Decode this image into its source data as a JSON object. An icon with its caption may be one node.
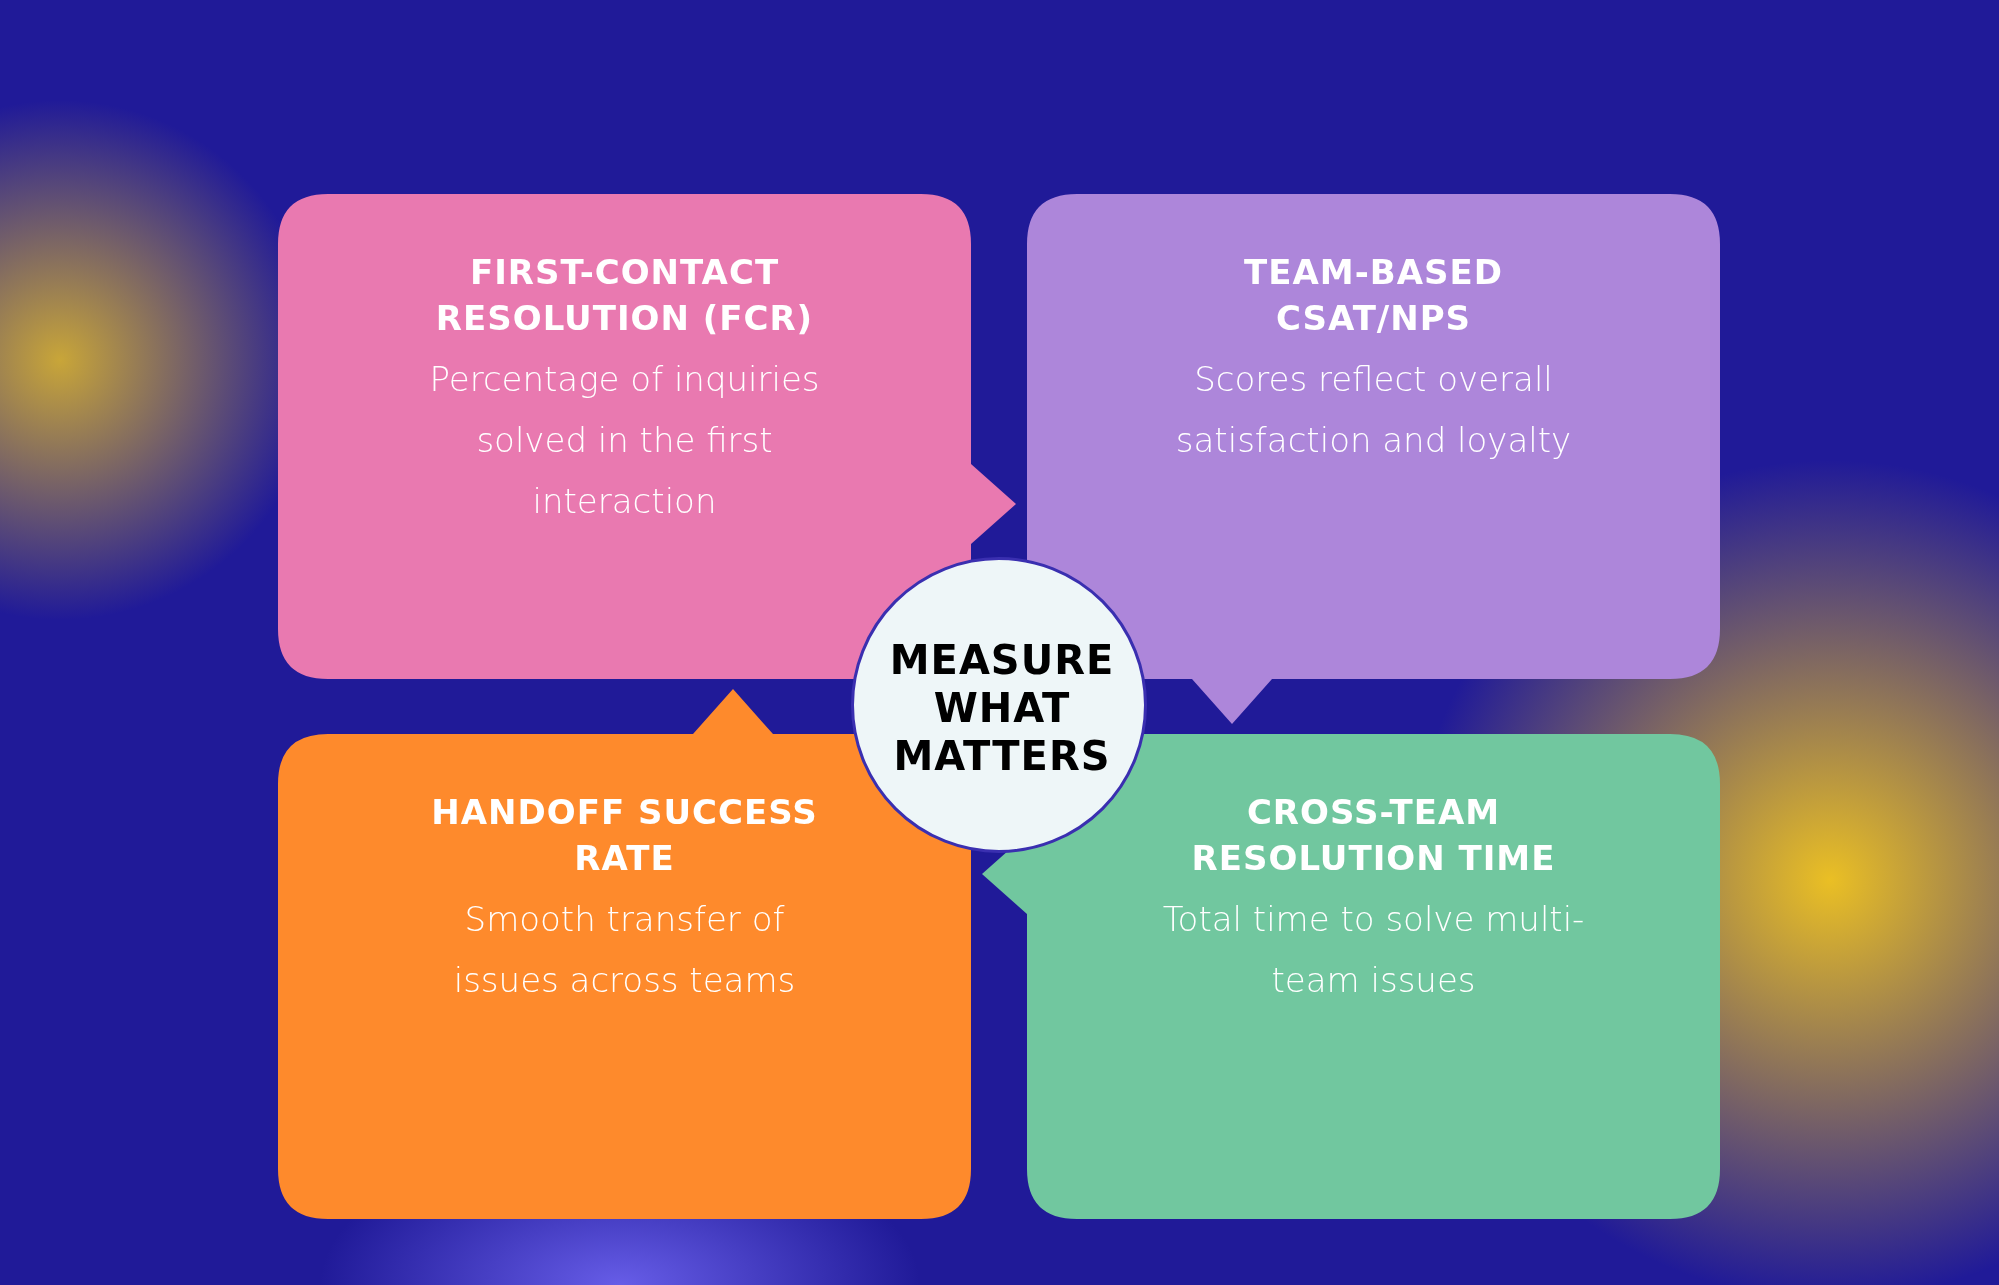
{
  "diagram": {
    "nodes": [
      {
        "text": [
          "FIRST-CONTACT RESOLUTION (FCR)",
          "Percentage of inquiries solved in the first interaction"
        ]
      },
      {
        "text": [
          "TEAM-BASED CSAT/NPS",
          "Scores reflect overall satisfaction and loyalty"
        ]
      },
      {
        "text": [
          "MEASURE WHAT MATTERS"
        ]
      },
      {
        "text": [
          "HANDOFF SUCCESS RATE",
          "Smooth transfer of issues across teams"
        ]
      },
      {
        "text": [
          "CROSS-TEAM RESOLUTION TIME",
          "Total time to solve multi-team issues"
        ]
      }
    ]
  }
}
